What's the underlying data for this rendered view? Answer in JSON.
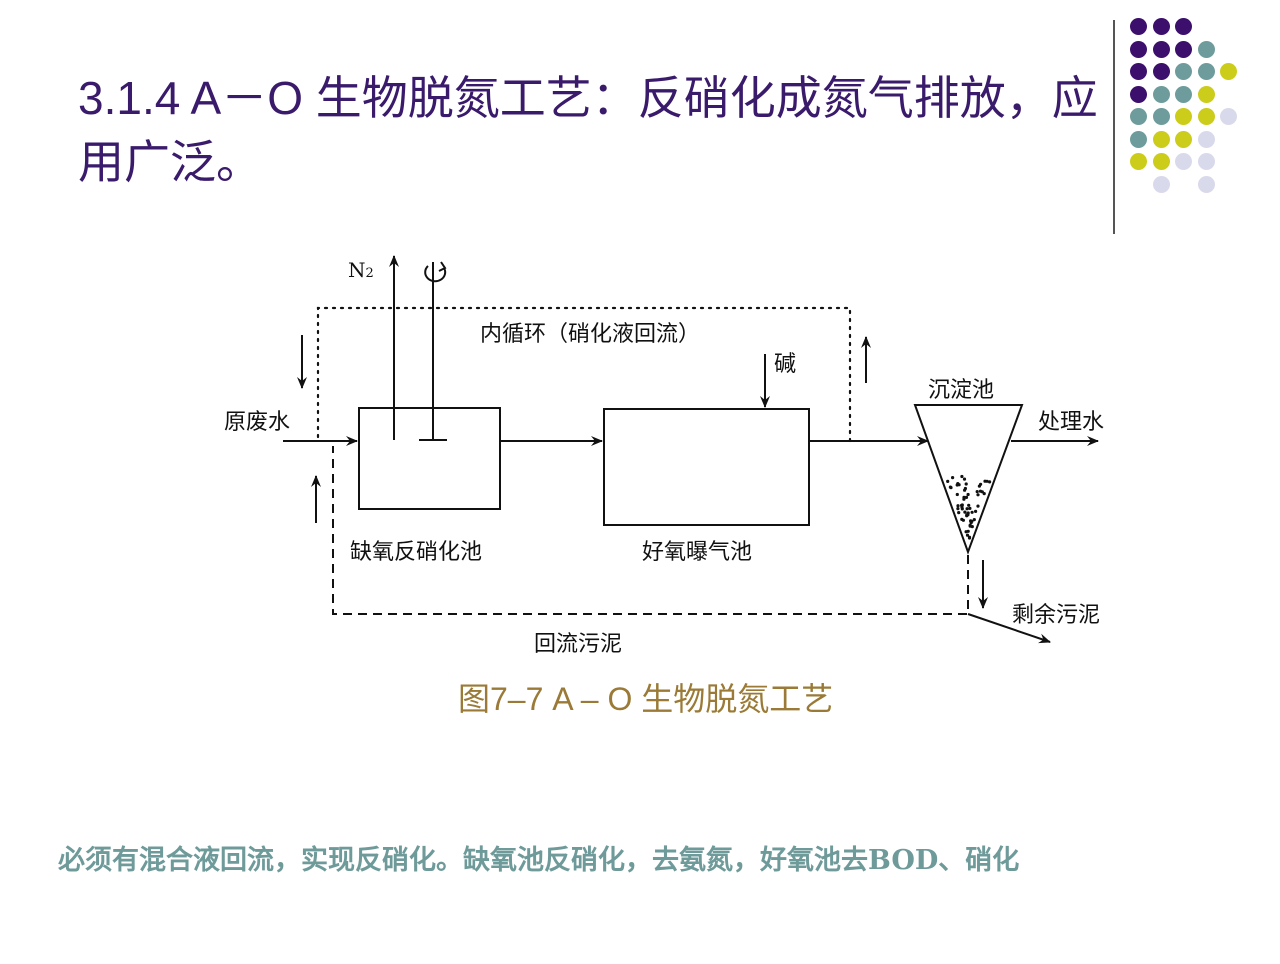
{
  "slide": {
    "title": "3.1.4 A－O 生物脱氮工艺：反硝化成氮气排放，应用广泛。",
    "title_color": "#3a1a6b",
    "caption": "图7–7 A – O 生物脱氮工艺",
    "caption_color": "#9a7a36",
    "note": "必须有混合液回流，实现反硝化。缺氧池反硝化，去氨氮，好氧池去BOD、硝化",
    "note_color": "#6f9a9a"
  },
  "decoration": {
    "dot_colors": {
      "purple": "#3b0f6b",
      "teal": "#6e9c9c",
      "yellow": "#cccc1a",
      "lavender": "#d9d9ec"
    },
    "dot_grid": [
      [
        "purple",
        "purple",
        "purple",
        null,
        null
      ],
      [
        "purple",
        "purple",
        "purple",
        "teal",
        null
      ],
      [
        "purple",
        "purple",
        "teal",
        "teal",
        "yellow"
      ],
      [
        "purple",
        "teal",
        "teal",
        "yellow",
        null
      ],
      [
        "teal",
        "teal",
        "yellow",
        "yellow",
        "lavender"
      ],
      [
        "teal",
        "yellow",
        "yellow",
        "lavender",
        null
      ],
      [
        "yellow",
        "yellow",
        "lavender",
        "lavender",
        null
      ],
      [
        null,
        "lavender",
        null,
        "lavender",
        null
      ]
    ]
  },
  "diagram": {
    "labels": {
      "n2": "N",
      "n2_sub": "2",
      "internal_recycle": "内循环（硝化液回流）",
      "alkali": "碱",
      "raw_water": "原废水",
      "anoxic_tank": "缺氧反硝化池",
      "aerobic_tank": "好氧曝气池",
      "clarifier": "沉淀池",
      "treated_water": "处理水",
      "excess_sludge": "剩余污泥",
      "return_sludge": "回流污泥"
    },
    "nodes": [
      {
        "id": "anoxic_tank",
        "label": "缺氧反硝化池",
        "shape": "rectangle"
      },
      {
        "id": "aerobic_tank",
        "label": "好氧曝气池",
        "shape": "rectangle"
      },
      {
        "id": "clarifier",
        "label": "沉淀池",
        "shape": "inverted-triangle"
      }
    ],
    "edges": [
      {
        "from": "原废水",
        "to": "anoxic_tank",
        "style": "solid"
      },
      {
        "from": "anoxic_tank",
        "to": "aerobic_tank",
        "style": "solid"
      },
      {
        "from": "aerobic_tank",
        "to": "clarifier",
        "style": "solid"
      },
      {
        "from": "clarifier",
        "to": "处理水",
        "style": "solid"
      },
      {
        "from": "aerobic_tank",
        "to": "anoxic_tank",
        "style": "dotted",
        "label": "内循环（硝化液回流）"
      },
      {
        "from": "clarifier",
        "to": "anoxic_tank",
        "style": "dashed",
        "label": "回流污泥"
      },
      {
        "from": "clarifier",
        "to": "剩余污泥",
        "style": "solid"
      },
      {
        "from": "碱",
        "to": "aerobic_tank",
        "style": "solid"
      },
      {
        "from": "anoxic_tank",
        "to": "N2",
        "style": "solid"
      }
    ]
  }
}
